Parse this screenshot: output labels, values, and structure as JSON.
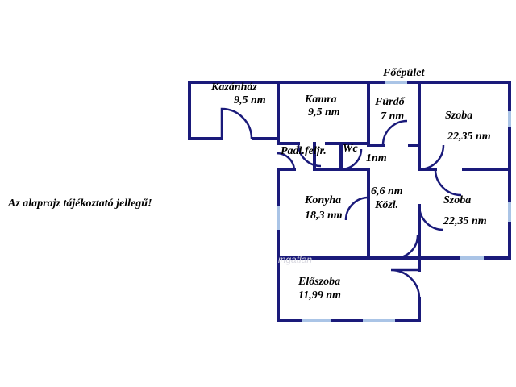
{
  "title": "Főépület",
  "note": "Az alaprajz tájékoztató jellegű!",
  "watermark": "ingatlan",
  "colors": {
    "wall": "#1a1a7a",
    "window": "#aac4e6",
    "text": "#000000"
  },
  "rooms": {
    "kazanhaz": {
      "name": "Kazánház",
      "area": "9,5 nm"
    },
    "kamra": {
      "name": "Kamra",
      "area": "9,5 nm"
    },
    "furdo": {
      "name": "Fürdő",
      "area": "7 nm"
    },
    "szoba1": {
      "name": "Szoba",
      "area": "22,35 nm"
    },
    "padl": {
      "name": "Padl.feljr."
    },
    "wc": {
      "name": "Wc",
      "area": "1nm"
    },
    "kozl": {
      "name": "Közl.",
      "area": "6,6 nm"
    },
    "konyha": {
      "name": "Konyha",
      "area": "18,3 nm"
    },
    "szoba2": {
      "name": "Szoba",
      "area": "22,35 nm"
    },
    "eloszoba": {
      "name": "Előszoba",
      "area": "11,99 nm"
    }
  }
}
